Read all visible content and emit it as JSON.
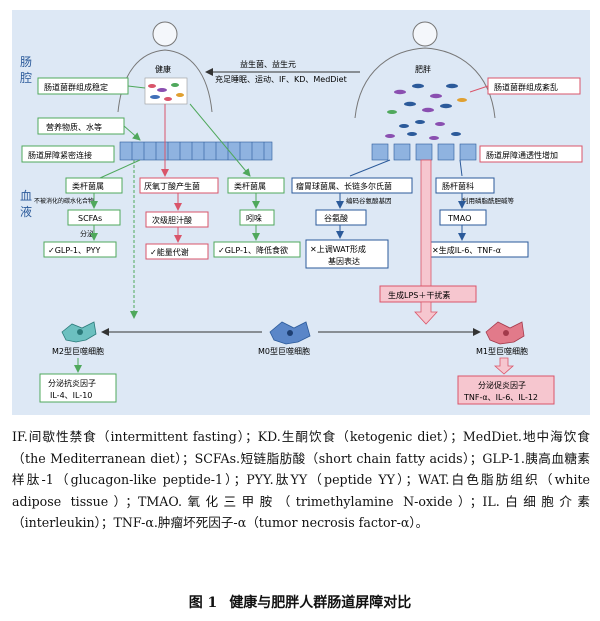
{
  "diagram": {
    "side_labels": {
      "lumen": [
        "肠",
        "腔"
      ],
      "blood": [
        "血",
        "液"
      ]
    },
    "healthy_label": "健康",
    "obese_label": "肥胖",
    "center_text": {
      "line1": "益生菌、益生元",
      "line2": "充足睡眠、运动、IF、KD、MedDiet"
    },
    "left_boxes": {
      "flora_stable": "肠道菌群组成稳定",
      "nutrients": "营养物质、水等",
      "barrier_tight": "肠道屏障紧密连接"
    },
    "right_boxes": {
      "flora_disorder": "肠道菌群组成紊乱",
      "barrier_leaky": "肠道屏障通透性增加"
    },
    "left_pathway": {
      "bacteria1": "类杆菌属",
      "substrate": "不被消化的碳水化合物",
      "scfa": "SCFAs",
      "secretion": "分泌",
      "result": "✓GLP-1、PYY"
    },
    "mid_pathway": {
      "bacteria2": "厌氧丁酸产生菌",
      "bile": "次级胆汁酸",
      "result": "✓能量代谢"
    },
    "mid2_pathway": {
      "bacteria3": "类杆菌属",
      "indole": "吲哚",
      "result": "✓GLP-1、降低食欲"
    },
    "obese_pathway1": {
      "bacteria": "瘤胃球菌属、长链多尔氏菌",
      "gene_note": "编码谷氨酸基因",
      "glutamate": "谷氨酸",
      "result_line1": "✕上调WAT形成",
      "result_line2": "基因表达"
    },
    "obese_pathway2": {
      "bacteria": "肠杆菌科",
      "choline_note": "利用磷脂酰胆碱等",
      "tmao": "TMAO",
      "result": "✕生成IL-6、TNF-α"
    },
    "lps": "生成LPS＋干扰素",
    "macrophages": {
      "m2": "M2型巨噬细胞",
      "m0": "M0型巨噬细胞",
      "m1": "M1型巨噬细胞",
      "m2_secretion_line1": "分泌抗炎因子",
      "m2_secretion_line2": "IL-4、IL-10",
      "m1_secretion_line1": "分泌促炎因子",
      "m1_secretion_line2": "TNF-α、IL-6、IL-12"
    },
    "colors": {
      "background": "#dde8f5",
      "green": "#4fa85c",
      "red": "#d9556a",
      "pink_fill": "#f6c6cf",
      "blue_cell": "#3f6fb8"
    }
  },
  "caption": {
    "abbreviations": "IF.间歇性禁食（intermittent fasting）；KD.生酮饮食（ketogenic diet）；MedDiet.地中海饮食（the Mediterranean diet）；SCFAs.短链脂肪酸（short chain fatty acids）；GLP-1.胰高血糖素样肽-1（glucagon-like peptide-1）；PYY.肽YY（peptide YY）；WAT.白色脂肪组织（white adipose tissue）；TMAO.氧化三甲胺（trimethylamine N-oxide）；IL.白细胞介素（interleukin）；TNF-α.肿瘤坏死因子-α（tumor necrosis factor-α）。",
    "figure_number": "图 1",
    "figure_title": "健康与肥胖人群肠道屏障对比"
  }
}
